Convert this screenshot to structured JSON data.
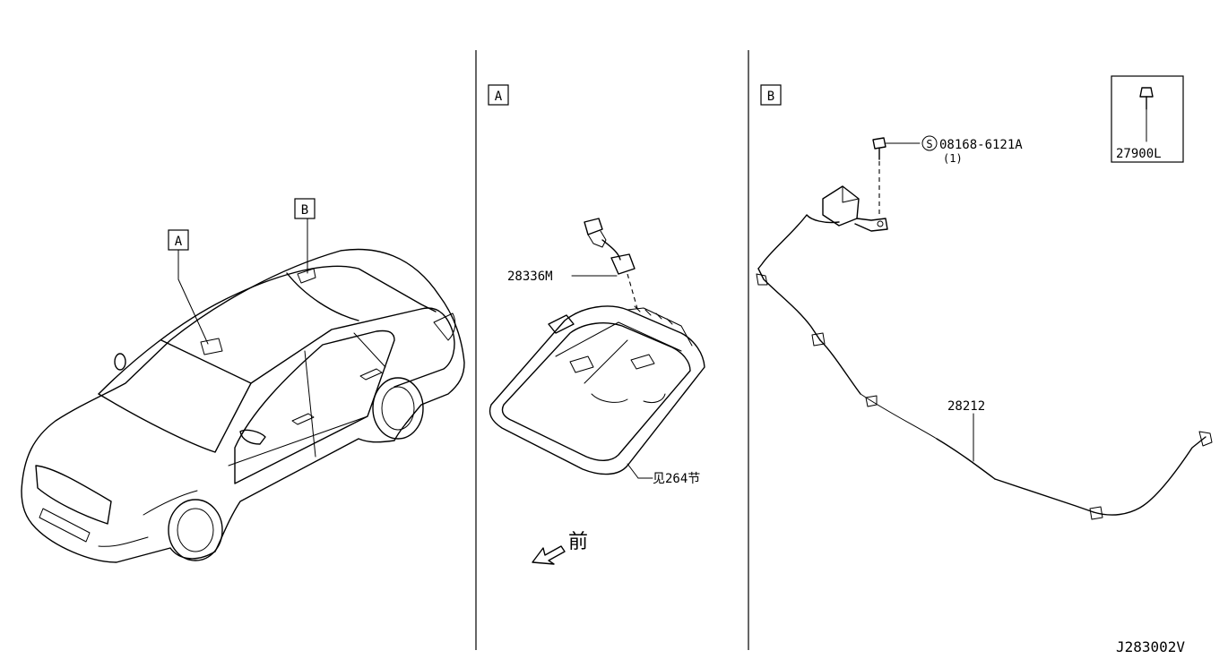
{
  "callouts": {
    "a": "A",
    "b": "B"
  },
  "parts": {
    "map_lamp_harness": "28336M",
    "see_section": "见264节",
    "front_arrow_label": "前",
    "bolt_code": "08168-6121A",
    "bolt_symbol": "S",
    "bolt_qty": "(1)",
    "antenna_feeder": "28212",
    "screw": "27900L"
  },
  "diagram_code": "J283002V",
  "colors": {
    "line": "#000000",
    "background": "#ffffff"
  }
}
